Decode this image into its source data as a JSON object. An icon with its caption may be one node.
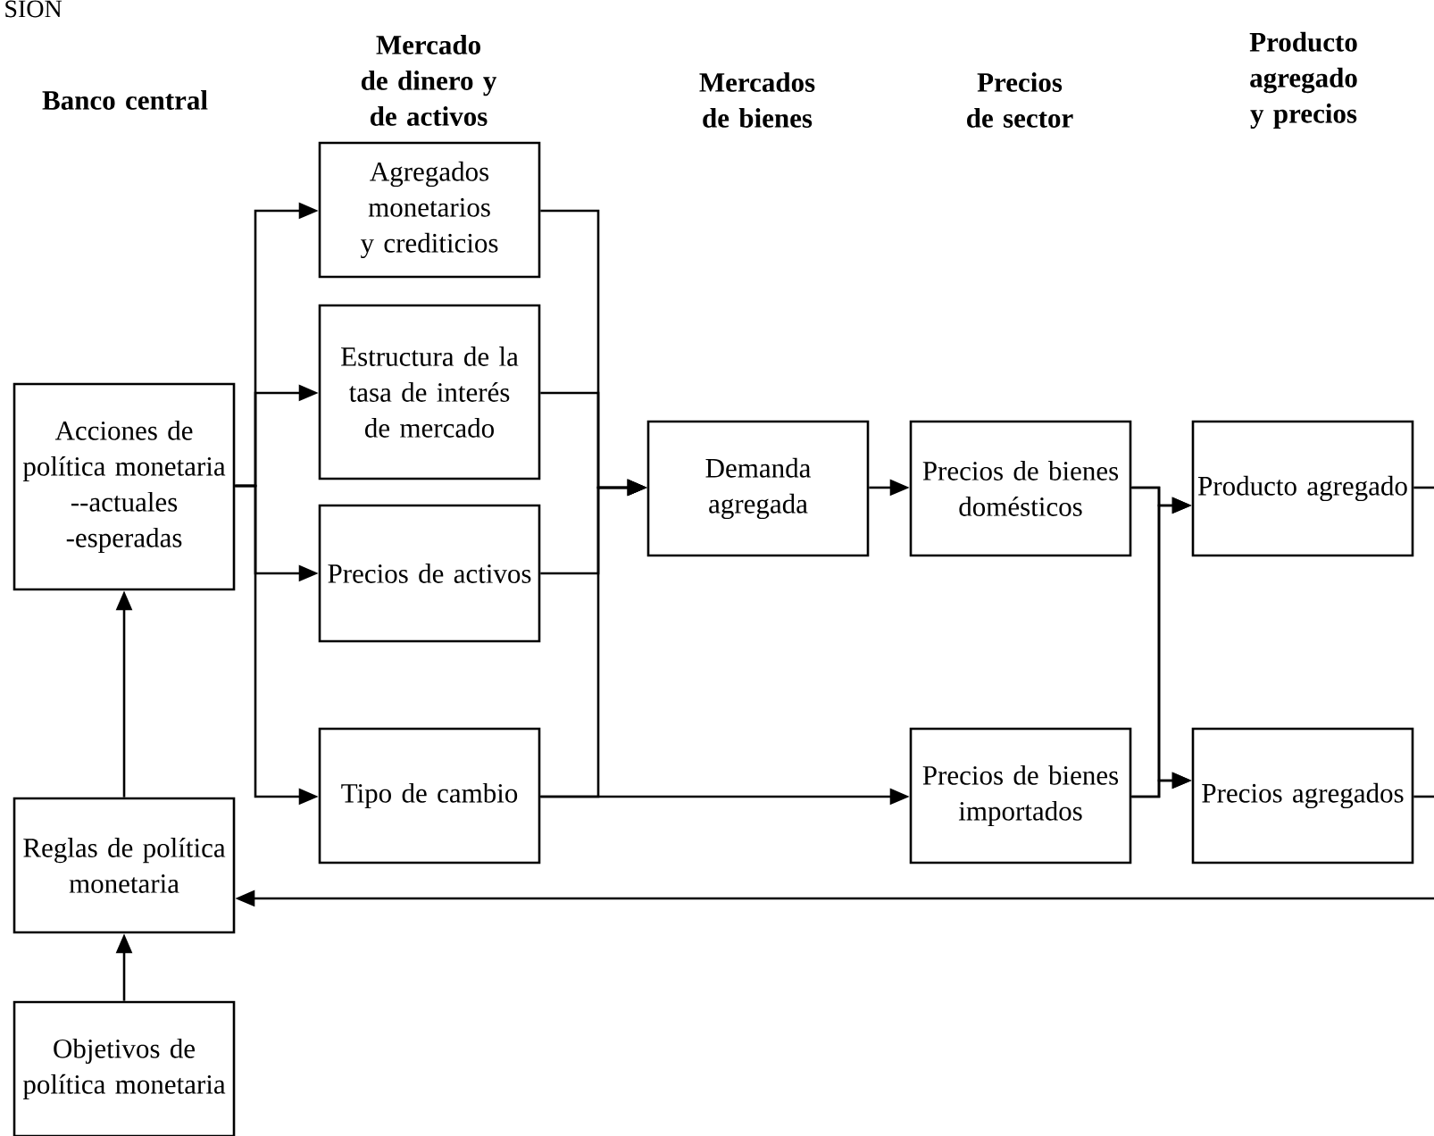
{
  "diagram": {
    "nodes": [
      {
        "text": [
          "Acciones de política monetaria --actuales -esperadas"
        ]
      },
      {
        "text": [
          "Reglas de política monetaria"
        ]
      },
      {
        "text": [
          "Objetivos de política monetaria"
        ]
      },
      {
        "text": [
          "Agregados monetarios y crediticios"
        ]
      },
      {
        "text": [
          "Estructura de la tasa de interés de mercado"
        ]
      },
      {
        "text": [
          "Precios de activos"
        ]
      },
      {
        "text": [
          "Tipo de cambio"
        ]
      },
      {
        "text": [
          "Demanda agregada"
        ]
      },
      {
        "text": [
          "Precios de bienes domésticos"
        ]
      },
      {
        "text": [
          "Precios de bienes importados"
        ]
      },
      {
        "text": [
          "Producto agregado"
        ]
      },
      {
        "text": [
          "Precios agregados"
        ]
      }
    ],
    "edges": [
      {
        "from": 0,
        "to": 3,
        "arrow": "to"
      },
      {
        "from": 0,
        "to": 4,
        "arrow": "to"
      },
      {
        "from": 0,
        "to": 5,
        "arrow": "to"
      },
      {
        "from": 0,
        "to": 6,
        "arrow": "to"
      },
      {
        "from": 3,
        "to": 7,
        "arrow": "to"
      },
      {
        "from": 4,
        "to": 7,
        "arrow": "to"
      },
      {
        "from": 5,
        "to": 7,
        "arrow": "to"
      },
      {
        "from": 6,
        "to": 7,
        "arrow": "to"
      },
      {
        "from": 6,
        "to": 9,
        "arrow": "to"
      },
      {
        "from": 7,
        "to": 8,
        "arrow": "to"
      },
      {
        "from": 8,
        "to": 10,
        "arrow": "to"
      },
      {
        "from": 8,
        "to": 11,
        "arrow": "to"
      },
      {
        "from": 9,
        "to": 10,
        "arrow": "to"
      },
      {
        "from": 9,
        "to": 11,
        "arrow": "to"
      },
      {
        "from": 10,
        "to": null,
        "arrow": "none"
      },
      {
        "from": 11,
        "to": null,
        "arrow": "none"
      },
      {
        "from": null,
        "to": 1,
        "arrow": "to"
      },
      {
        "from": 1,
        "to": 0,
        "arrow": "to"
      },
      {
        "from": 2,
        "to": 1,
        "arrow": "to"
      }
    ],
    "labels": [
      "SION",
      "Banco central",
      "Mercado de dinero y de activos",
      "Mercados de bienes",
      "Precios de sector",
      "Producto agregado y precios"
    ]
  }
}
